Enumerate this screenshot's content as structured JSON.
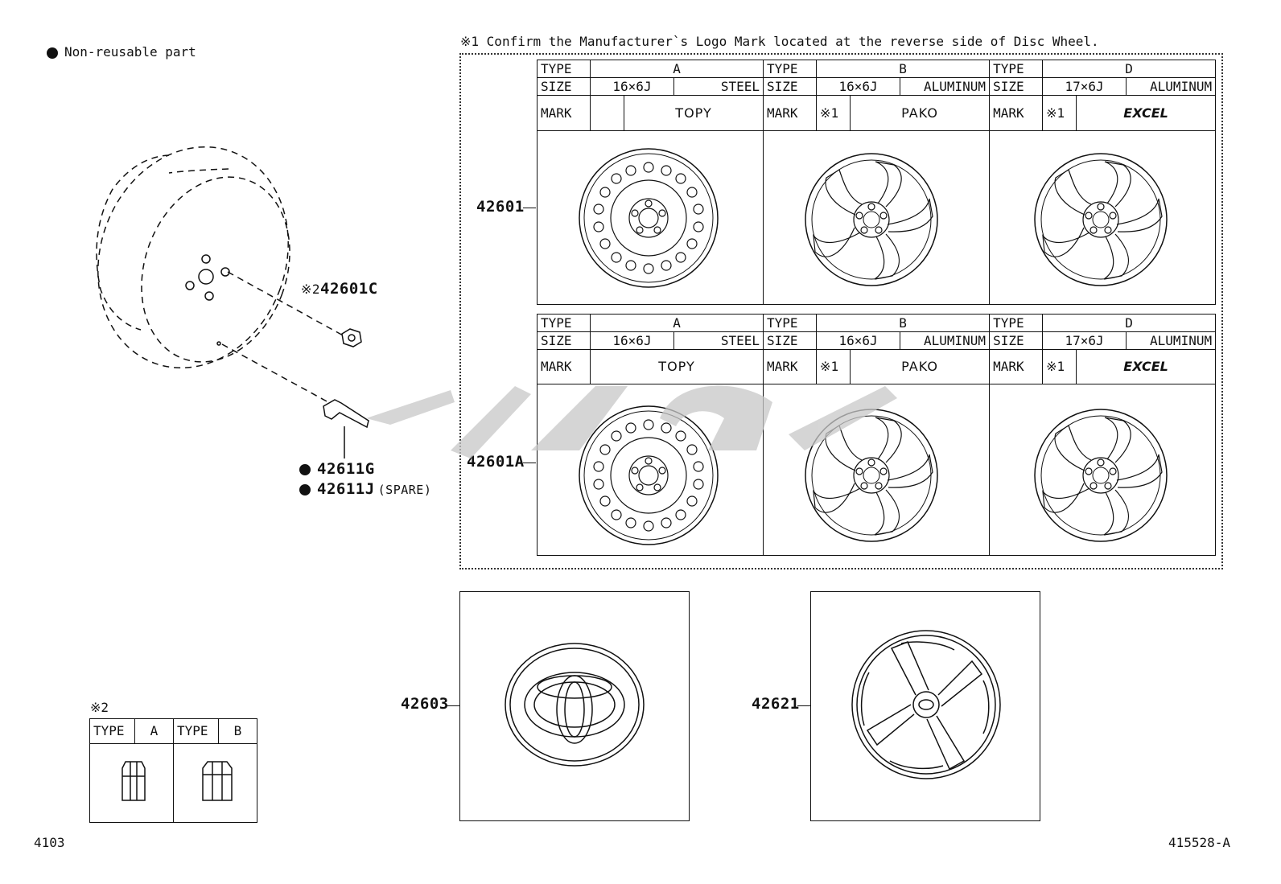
{
  "legend": {
    "bullet_text": "Non-reusable part"
  },
  "note1": "※1  Confirm the Manufacturer`s Logo Mark located at the reverse side of Disc Wheel.",
  "callouts": {
    "nut": {
      "marker": "※2",
      "part": "42601C"
    },
    "valve1": {
      "part": "42611G"
    },
    "valve2": {
      "part": "42611J",
      "suffix": "(SPARE)"
    },
    "row1": "42601",
    "row2": "42601A",
    "ornament": "42603",
    "cap": "42621"
  },
  "wheel_tables": {
    "labels": {
      "type": "TYPE",
      "size": "SIZE",
      "mark": "MARK",
      "ref": "※1"
    },
    "cols": [
      {
        "type": "A",
        "size": "16×6J",
        "material": "STEEL",
        "mark": "TOPY"
      },
      {
        "type": "B",
        "size": "16×6J",
        "material": "ALUMINUM",
        "mark": "PAKO"
      },
      {
        "type": "D",
        "size": "17×6J",
        "material": "ALUMINUM",
        "mark": "EXCEL"
      }
    ]
  },
  "nut_table": {
    "marker": "※2",
    "type_label": "TYPE",
    "a": "A",
    "b": "B"
  },
  "footer": {
    "left": "4103",
    "right": "415528-A"
  },
  "colors": {
    "line": "#111111",
    "watermark": "#cccccc"
  }
}
